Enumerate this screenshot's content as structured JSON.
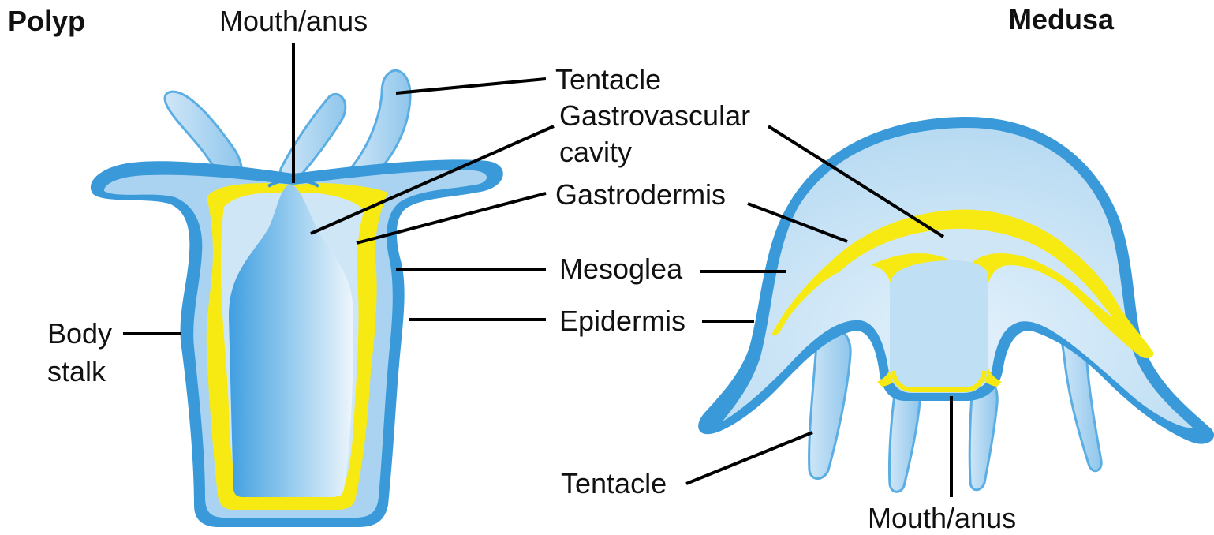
{
  "titles": {
    "polyp": "Polyp",
    "medusa": "Medusa"
  },
  "labels": {
    "polyp_mouth": "Mouth/anus",
    "tentacle_top": "Tentacle",
    "gastrovascular_line1": "Gastrovascular",
    "gastrovascular_line2": "cavity",
    "gastrodermis": "Gastrodermis",
    "mesoglea": "Mesoglea",
    "epidermis": "Epidermis",
    "body_line1": "Body",
    "body_line2": "stalk",
    "tentacle_bottom": "Tentacle",
    "medusa_mouth": "Mouth/anus"
  },
  "colors": {
    "epidermis": "#3a9ad9",
    "body_fill": "#a9d3f0",
    "mesoglea": "#f7ea13",
    "cavity_light": "#eef6fc",
    "cavity_dark": "#3f9ee0",
    "leader_line": "#000000"
  }
}
